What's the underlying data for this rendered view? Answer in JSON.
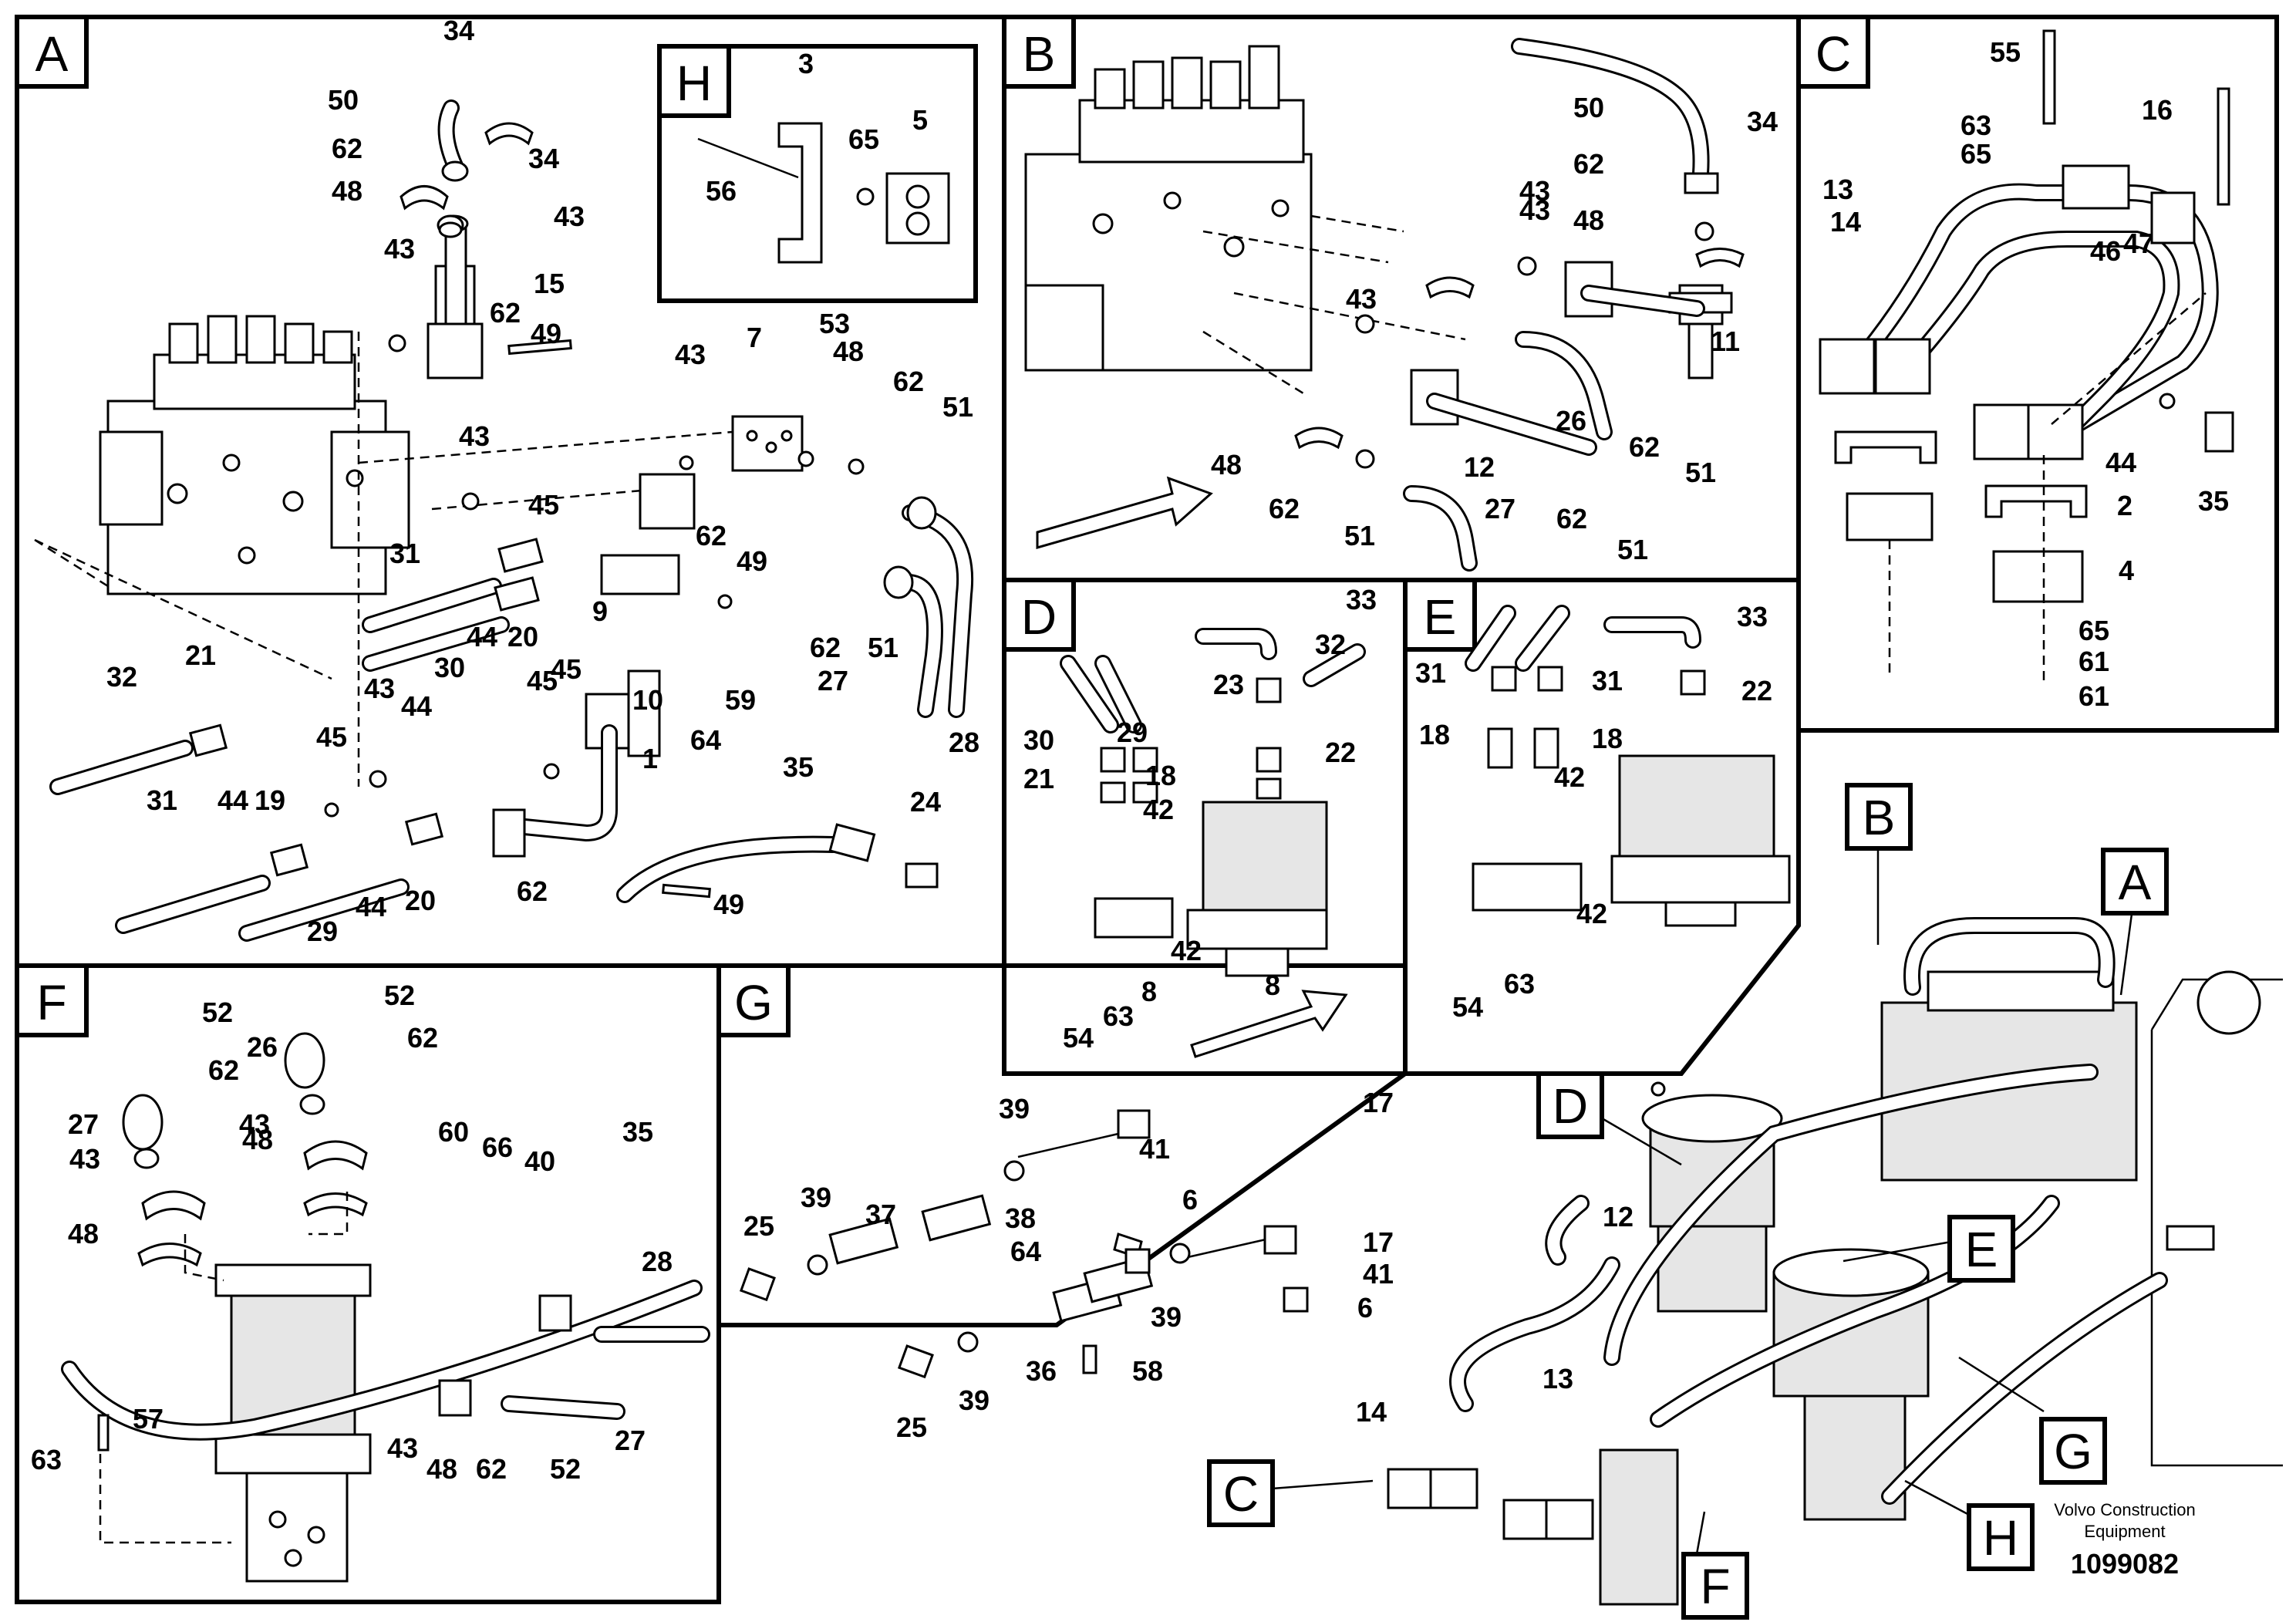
{
  "sections": {
    "A": {
      "letter": "A",
      "numbers": [
        "34",
        "50",
        "62",
        "48",
        "43",
        "34",
        "43",
        "15",
        "62",
        "49",
        "43",
        "7",
        "53",
        "48",
        "62",
        "51",
        "43",
        "45",
        "31",
        "62",
        "49",
        "44",
        "20",
        "45",
        "30",
        "44",
        "9",
        "10",
        "43",
        "45",
        "59",
        "64",
        "1",
        "21",
        "32",
        "31",
        "44",
        "19",
        "45",
        "29",
        "44",
        "20",
        "35",
        "24",
        "62",
        "49",
        "27",
        "28",
        "62",
        "51"
      ]
    },
    "H": {
      "letter": "H",
      "numbers": [
        "3",
        "56",
        "65",
        "5"
      ]
    },
    "B": {
      "letter": "B",
      "numbers": [
        "50",
        "34",
        "62",
        "43",
        "48",
        "43",
        "11",
        "26",
        "62",
        "51",
        "43",
        "48",
        "62",
        "51",
        "12",
        "27",
        "62",
        "51"
      ]
    },
    "C": {
      "letter": "C",
      "numbers": [
        "55",
        "63",
        "65",
        "16",
        "13",
        "14",
        "46",
        "47",
        "44",
        "35",
        "2",
        "4",
        "65",
        "61",
        "61"
      ]
    },
    "D": {
      "letter": "D",
      "numbers": [
        "33",
        "32",
        "23",
        "30",
        "29",
        "22",
        "21",
        "18",
        "42",
        "42",
        "54",
        "63",
        "8"
      ]
    },
    "E": {
      "letter": "E",
      "numbers": [
        "31",
        "31",
        "33",
        "22",
        "18",
        "18",
        "42",
        "42",
        "54",
        "63",
        "8"
      ]
    },
    "F": {
      "letter": "F",
      "numbers": [
        "52",
        "52",
        "26",
        "62",
        "62",
        "27",
        "43",
        "43",
        "48",
        "48",
        "60",
        "66",
        "40",
        "35",
        "28",
        "57",
        "63",
        "43",
        "48",
        "62",
        "52",
        "27"
      ]
    },
    "G": {
      "letter": "G",
      "numbers": [
        "39",
        "17",
        "41",
        "37",
        "38",
        "6",
        "25",
        "39",
        "64",
        "17",
        "41",
        "6",
        "39",
        "36",
        "58",
        "25",
        "39"
      ]
    }
  },
  "overview_tags": [
    "B",
    "A",
    "D",
    "E",
    "C",
    "G",
    "H",
    "F"
  ],
  "overview_numbers": [
    "12",
    "14",
    "13"
  ],
  "brand_lines": [
    "Volvo Construction",
    "Equipment"
  ],
  "drawing_code": "1099082"
}
